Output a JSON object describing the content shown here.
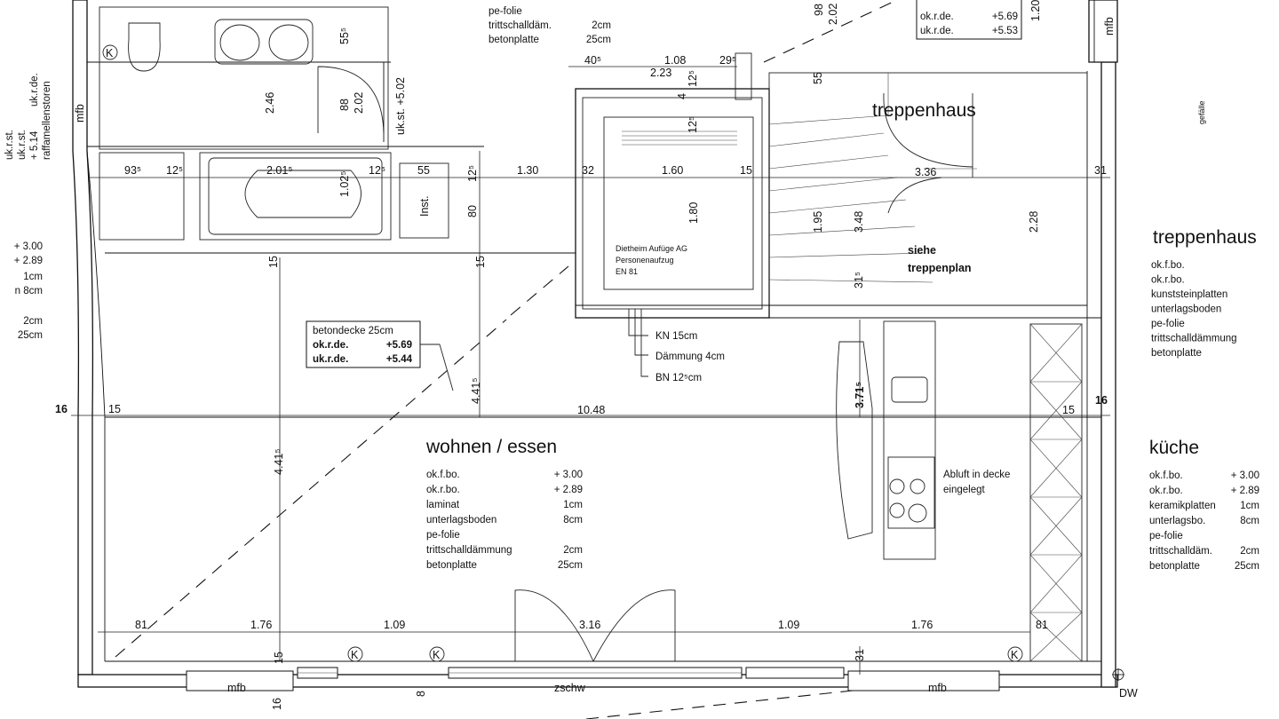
{
  "rooms": {
    "wohnen": {
      "title": "wohnen / essen",
      "specs": [
        {
          "k": "ok.f.bo.",
          "v": "+ 3.00"
        },
        {
          "k": "ok.r.bo.",
          "v": "+ 2.89"
        },
        {
          "k": "laminat",
          "v": "1cm"
        },
        {
          "k": "unterlagsboden",
          "v": "8cm"
        },
        {
          "k": "pe-folie",
          "v": ""
        },
        {
          "k": "trittschalldämmung",
          "v": "2cm"
        },
        {
          "k": "betonplatte",
          "v": "25cm"
        }
      ]
    },
    "kueche": {
      "title": "küche",
      "specs": [
        {
          "k": "ok.f.bo.",
          "v": "+ 3.00"
        },
        {
          "k": "ok.r.bo.",
          "v": "+ 2.89"
        },
        {
          "k": "keramikplatten",
          "v": "1cm"
        },
        {
          "k": "unterlagsbo.",
          "v": "8cm"
        },
        {
          "k": "pe-folie",
          "v": ""
        },
        {
          "k": "trittschalldäm.",
          "v": "2cm"
        },
        {
          "k": "betonplatte",
          "v": "25cm"
        }
      ]
    },
    "treppenhaus_inner": {
      "title": "treppenhaus"
    },
    "treppenhaus_right": {
      "title": "treppenhaus",
      "specs": [
        "ok.f.bo.",
        "ok.r.bo.",
        "kunststeinplatten",
        "unterlagsboden",
        "pe-folie",
        "trittschalldämmung",
        "betonplatte"
      ]
    }
  },
  "labels": {
    "siehe_treppenplan_1": "siehe",
    "siehe_treppenplan_2": "treppenplan",
    "abluft_1": "Abluft in decke",
    "abluft_2": "eingelegt",
    "lift_1": "Dietheim Aufüge AG",
    "lift_2": "Personenaufzug",
    "lift_3": "EN 81",
    "kn": "KN 15cm",
    "daemmung": "Dämmung 4cm",
    "bn": "BN 12⁵cm",
    "inst": "Inst.",
    "zschw": "zschw",
    "mfb_bottom_left": "mfb",
    "mfb_bottom_right": "mfb",
    "mfb_left_wall": "mfb",
    "mfb_top_right": "mfb",
    "dw": "DW",
    "gefaelle": "gefälle",
    "k": "K"
  },
  "betondecke_box": {
    "title": "betondecke 25cm",
    "rows": [
      {
        "k": "ok.r.de.",
        "v": "+5.69"
      },
      {
        "k": "uk.r.de.",
        "v": "+5.44"
      }
    ]
  },
  "top_right_box": {
    "rows": [
      {
        "k": "ok.r.de.",
        "v": "+5.69"
      },
      {
        "k": "uk.r.de.",
        "v": "+5.53"
      }
    ]
  },
  "top_center_notes": [
    "pe-folie",
    "trittschalldäm.",
    "betonplatte"
  ],
  "top_center_values": [
    "",
    "2cm",
    "25cm"
  ],
  "left_edge_notes": [
    "+ 3.00",
    "+ 2.89",
    "1cm",
    "n  8cm",
    "2cm",
    "25cm"
  ],
  "left_rotated": [
    "uk.r.st.",
    "uk.r.st.",
    "uk.r.de.",
    "raffamellenstoren"
  ],
  "left_rotated_vals": [
    "+ 5.14"
  ],
  "dimensions": {
    "bottom": [
      "81",
      "1.76",
      "1.09",
      "3.16",
      "1.09",
      "1.76",
      "81"
    ],
    "middle_horizontal": [
      "16",
      "15",
      "10.48",
      "15",
      "16"
    ],
    "upper_horizontal": [
      "1.30",
      "32",
      "1.60",
      "15",
      "3.36",
      "31"
    ],
    "top_small": [
      "40⁵",
      "1.08",
      "29⁵",
      "2.23"
    ],
    "bath_row": [
      "93⁵",
      "12⁵",
      "2.01⁵",
      "1.02⁵",
      "12⁵",
      "55",
      "12⁵"
    ],
    "vertical": [
      "2.46",
      "55⁵",
      "88",
      "2.02",
      "uk.st. +5.02",
      "80",
      "15",
      "15",
      "4.41⁵",
      "4.41⁵",
      "1.80",
      "1.95",
      "3.48",
      "31⁵",
      "2.28",
      "55",
      "98",
      "2.02",
      "1.20",
      "3.71⁵",
      "15",
      "31",
      "8",
      "16",
      "12⁵",
      "4",
      "12⁵"
    ]
  }
}
